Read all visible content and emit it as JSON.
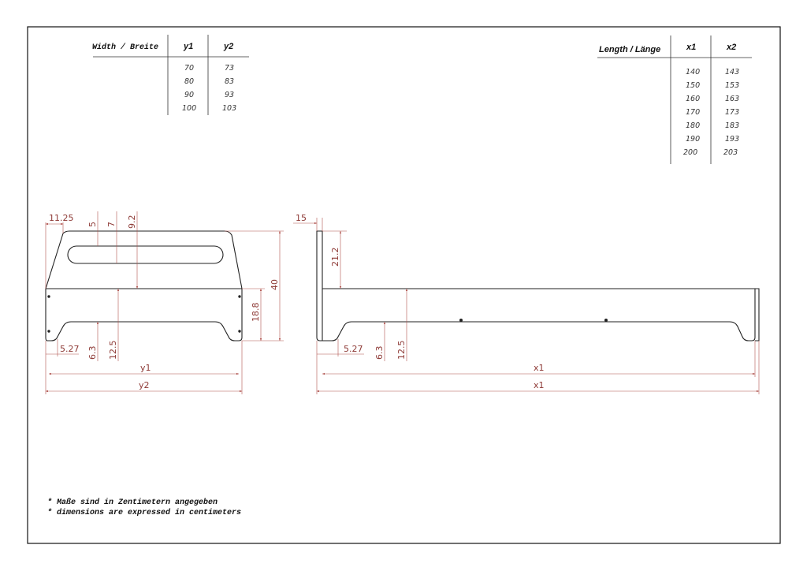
{
  "width_table": {
    "header": "Width / Breite",
    "columns": [
      "y1",
      "y2"
    ],
    "rows": [
      [
        "70",
        "73"
      ],
      [
        "80",
        "83"
      ],
      [
        "90",
        "93"
      ],
      [
        "100",
        "103"
      ]
    ]
  },
  "length_table": {
    "header": "Length / Länge",
    "columns": [
      "x1",
      "x2"
    ],
    "rows": [
      [
        "140",
        "143"
      ],
      [
        "150",
        "153"
      ],
      [
        "160",
        "163"
      ],
      [
        "170",
        "173"
      ],
      [
        "180",
        "183"
      ],
      [
        "190",
        "193"
      ],
      [
        "200",
        "203"
      ]
    ]
  },
  "end_view": {
    "dims": {
      "offset_top": "11.25",
      "slot_offset": "5",
      "slot_height": "7",
      "top_to_rail": "9.2",
      "total_height": "40",
      "rail_height": "18.8",
      "foot_width": "5.27",
      "foot_height": "6.3",
      "rail_bottom": "12.5",
      "inner_width": "y1",
      "outer_width": "y2"
    }
  },
  "side_view": {
    "dims": {
      "board_thickness": "15",
      "headboard_height": "21.2",
      "foot_width": "5.27",
      "foot_height": "6.3",
      "rail_bottom": "12.5",
      "inner_length": "x1",
      "outer_length": "x1"
    }
  },
  "notes": [
    "* Maße sind in Zentimetern angegeben",
    "* dimensions are expressed in centimeters"
  ]
}
